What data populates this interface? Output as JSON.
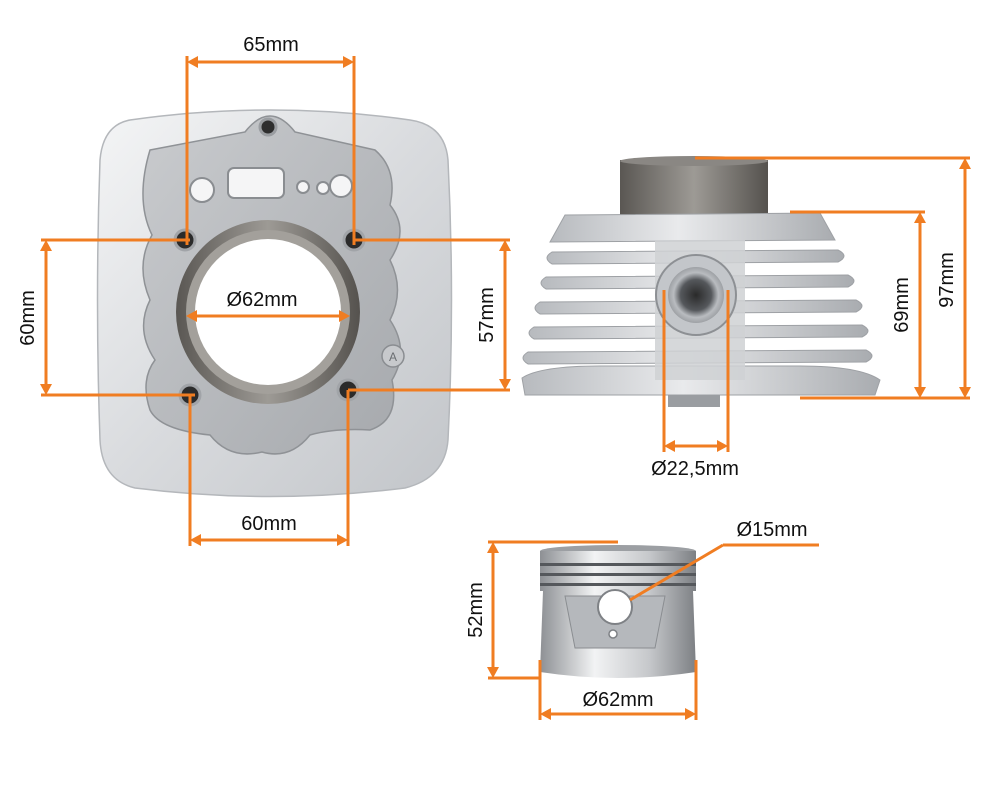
{
  "colors": {
    "dimension_line": "#f07d22",
    "aluminium_light": "#eeeff1",
    "aluminium_mid": "#c9cbcf",
    "aluminium_dark": "#8d9094",
    "liner": "#7d7a76",
    "background": "#ffffff"
  },
  "dimensions": {
    "top_stud_spacing": "65mm",
    "left_stud_spacing": "60mm",
    "bore_diameter": "Ø62mm",
    "right_stud_spacing": "57mm",
    "bottom_stud_spacing": "60mm",
    "port_diameter": "Ø22,5mm",
    "fin_height": "69mm",
    "total_height": "97mm",
    "pin_diameter": "Ø15mm",
    "piston_height": "52mm",
    "piston_diameter": "Ø62mm"
  },
  "parts": [
    "cylinder-top-view",
    "cylinder-side-view",
    "piston"
  ]
}
